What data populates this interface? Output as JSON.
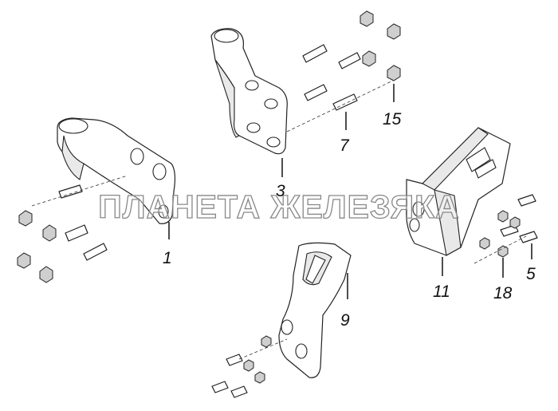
{
  "watermark": "ПЛАНЕТА ЖЕЛЕЗЯКА",
  "callouts": {
    "c1": "1",
    "c3": "3",
    "c5": "5",
    "c7": "7",
    "c9": "9",
    "c11": "11",
    "c15": "15",
    "c18": "18"
  }
}
